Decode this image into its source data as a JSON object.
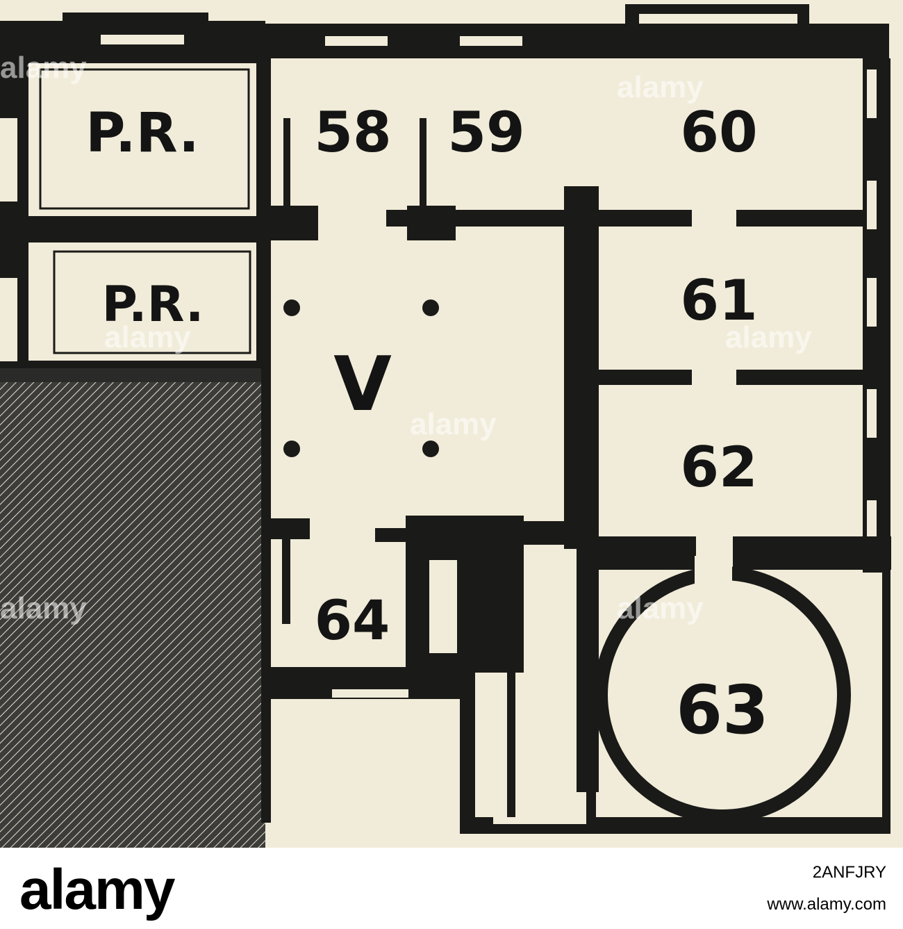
{
  "diagram": {
    "rooms": [
      {
        "id": "pr-upper",
        "label": "P.R."
      },
      {
        "id": "pr-lower",
        "label": "P.R."
      },
      {
        "id": "room-58",
        "label": "58"
      },
      {
        "id": "room-59",
        "label": "59"
      },
      {
        "id": "room-60",
        "label": "60"
      },
      {
        "id": "room-61",
        "label": "61"
      },
      {
        "id": "room-62",
        "label": "62"
      },
      {
        "id": "room-63",
        "label": "63"
      },
      {
        "id": "room-64",
        "label": "64"
      },
      {
        "id": "hall-v",
        "label": "V"
      }
    ]
  },
  "watermark": {
    "text": "alamy"
  },
  "footer": {
    "brand": "alamy",
    "image_id": "2ANFJRY",
    "url": "www.alamy.com"
  },
  "colors": {
    "paper": "#f1ecd9",
    "ink": "#141414",
    "footer_bg": "#ffffff"
  }
}
